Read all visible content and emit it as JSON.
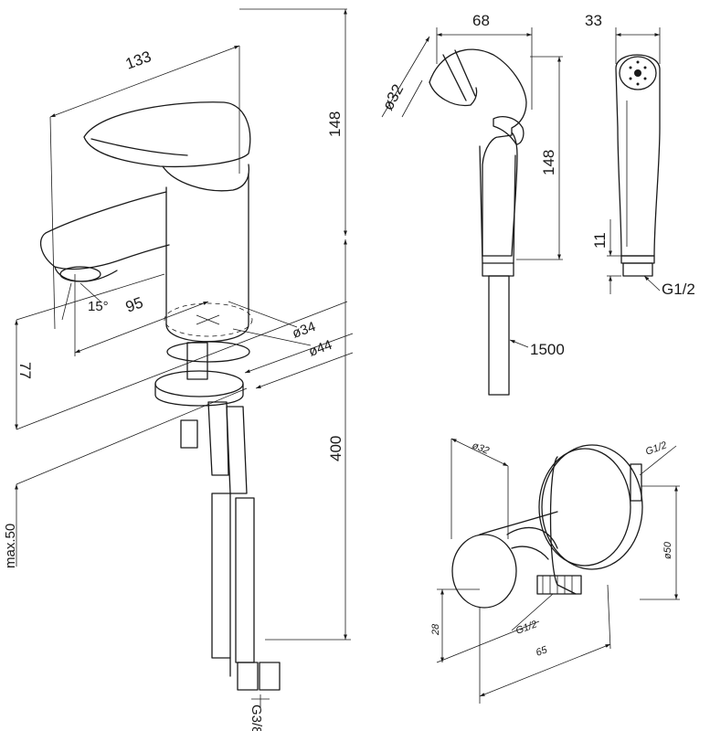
{
  "faucet": {
    "width_133": "133",
    "height_148": "148",
    "angle": "15°",
    "spout_95": "95",
    "dia_34": "ø34",
    "dia_44": "ø44",
    "depth_77": "77",
    "max_50": "max.50",
    "hose_400": "400",
    "thread": "G3/8"
  },
  "handshower_side": {
    "width": "68",
    "head_dia": "ø32",
    "height": "148",
    "hose_len": "1500"
  },
  "handshower_front": {
    "width": "33",
    "thread_len": "11",
    "thread": "G1/2"
  },
  "elbow": {
    "dia32": "ø32",
    "thread_top": "G1/2",
    "dia50": "ø50",
    "h28": "28",
    "thread_bottom": "G1/2",
    "len65": "65"
  }
}
